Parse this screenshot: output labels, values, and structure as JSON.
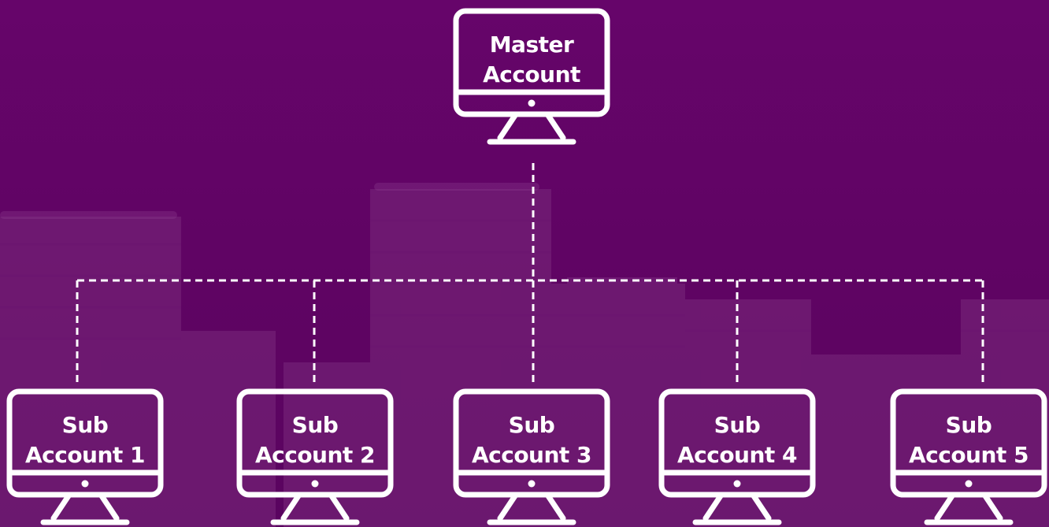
{
  "diagram": {
    "master": {
      "line1": "Master",
      "line2": "Account"
    },
    "subs": [
      {
        "line1": "Sub",
        "line2": "Account 1"
      },
      {
        "line1": "Sub",
        "line2": "Account 2"
      },
      {
        "line1": "Sub",
        "line2": "Account 3"
      },
      {
        "line1": "Sub",
        "line2": "Account 4"
      },
      {
        "line1": "Sub",
        "line2": "Account 5"
      }
    ],
    "connector_style": "dashed",
    "colors": {
      "background": "#5e0462",
      "foreground": "#ffffff"
    }
  }
}
